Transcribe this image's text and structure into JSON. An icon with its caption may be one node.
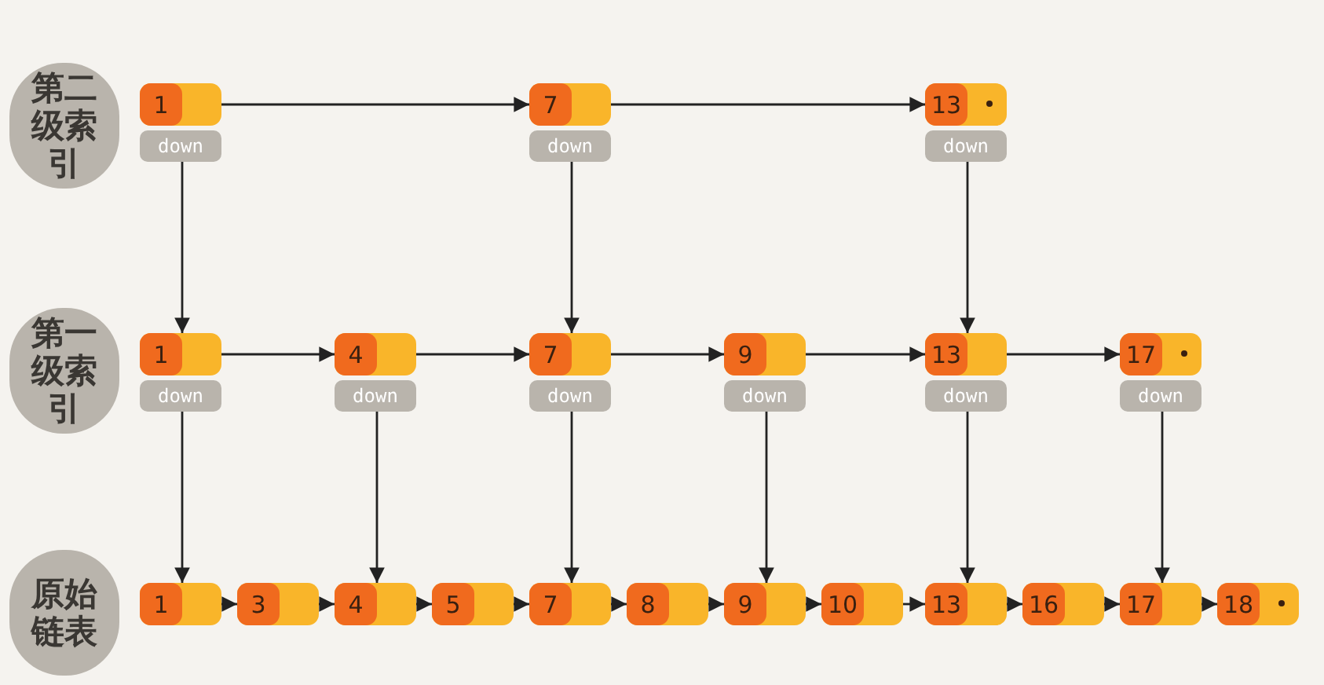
{
  "diagram": {
    "nodes": [
      {
        "text": [
          "第二级索引"
        ]
      },
      {
        "text": [
          "1"
        ]
      },
      {
        "text": [
          "down"
        ]
      },
      {
        "text": [
          "7"
        ]
      },
      {
        "text": [
          "down"
        ]
      },
      {
        "text": [
          "13"
        ]
      },
      {
        "text": [
          "down"
        ]
      },
      {
        "text": [
          "第一级索引"
        ]
      },
      {
        "text": [
          "1"
        ]
      },
      {
        "text": [
          "down"
        ]
      },
      {
        "text": [
          "4"
        ]
      },
      {
        "text": [
          "down"
        ]
      },
      {
        "text": [
          "7"
        ]
      },
      {
        "text": [
          "down"
        ]
      },
      {
        "text": [
          "9"
        ]
      },
      {
        "text": [
          "down"
        ]
      },
      {
        "text": [
          "13"
        ]
      },
      {
        "text": [
          "down"
        ]
      },
      {
        "text": [
          "17"
        ]
      },
      {
        "text": [
          "down"
        ]
      },
      {
        "text": [
          "原始链表"
        ]
      },
      {
        "text": [
          "1"
        ]
      },
      {
        "text": [
          "3"
        ]
      },
      {
        "text": [
          "4"
        ]
      },
      {
        "text": [
          "5"
        ]
      },
      {
        "text": [
          "7"
        ]
      },
      {
        "text": [
          "8"
        ]
      },
      {
        "text": [
          "9"
        ]
      },
      {
        "text": [
          "10"
        ]
      },
      {
        "text": [
          "13"
        ]
      },
      {
        "text": [
          "16"
        ]
      },
      {
        "text": [
          "17"
        ]
      },
      {
        "text": [
          "18"
        ]
      }
    ],
    "edges": [
      {
        "from": 1,
        "to": 3,
        "arrow": "to"
      },
      {
        "from": 3,
        "to": 5,
        "arrow": "to"
      },
      {
        "from": 2,
        "to": 8,
        "arrow": "to"
      },
      {
        "from": 4,
        "to": 12,
        "arrow": "to"
      },
      {
        "from": 6,
        "to": 16,
        "arrow": "to"
      },
      {
        "from": 8,
        "to": 10,
        "arrow": "to"
      },
      {
        "from": 10,
        "to": 12,
        "arrow": "to"
      },
      {
        "from": 12,
        "to": 14,
        "arrow": "to"
      },
      {
        "from": 14,
        "to": 16,
        "arrow": "to"
      },
      {
        "from": 16,
        "to": 18,
        "arrow": "to"
      },
      {
        "from": 9,
        "to": 21,
        "arrow": "to"
      },
      {
        "from": 11,
        "to": 23,
        "arrow": "to"
      },
      {
        "from": 13,
        "to": 25,
        "arrow": "to"
      },
      {
        "from": 15,
        "to": 27,
        "arrow": "to"
      },
      {
        "from": 17,
        "to": 29,
        "arrow": "to"
      },
      {
        "from": 19,
        "to": 31,
        "arrow": "to"
      },
      {
        "from": 21,
        "to": 22,
        "arrow": "to"
      },
      {
        "from": 22,
        "to": 23,
        "arrow": "to"
      },
      {
        "from": 23,
        "to": 24,
        "arrow": "to"
      },
      {
        "from": 24,
        "to": 25,
        "arrow": "to"
      },
      {
        "from": 25,
        "to": 26,
        "arrow": "to"
      },
      {
        "from": 26,
        "to": 27,
        "arrow": "to"
      },
      {
        "from": 27,
        "to": 28,
        "arrow": "to"
      },
      {
        "from": 28,
        "to": 29,
        "arrow": "to"
      },
      {
        "from": 29,
        "to": 30,
        "arrow": "to"
      },
      {
        "from": 30,
        "to": 31,
        "arrow": "to"
      },
      {
        "from": 31,
        "to": 32,
        "arrow": "to"
      }
    ]
  }
}
